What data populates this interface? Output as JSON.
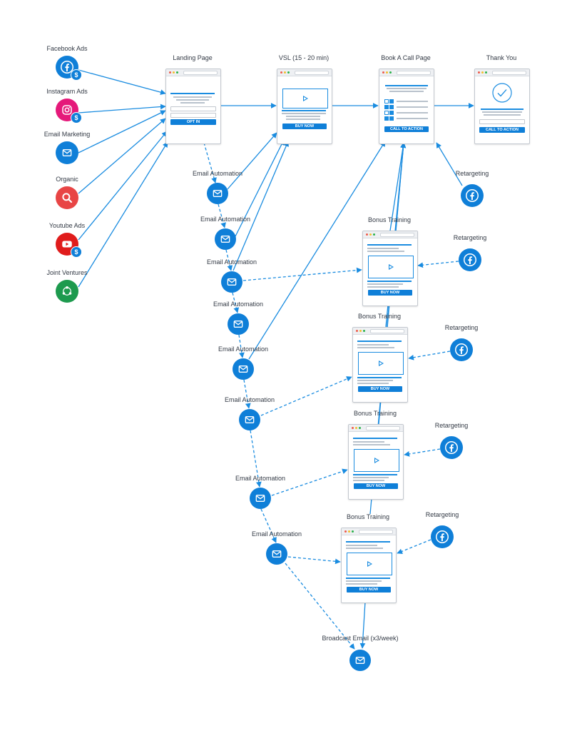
{
  "colors": {
    "accent": "#1a8ce0",
    "facebook": "#0f7fd8",
    "instagram": "#e5197a",
    "organic": "#e84545",
    "youtube": "#e01c1c",
    "jv": "#1d9a4e",
    "line": "#1a8ce0"
  },
  "sources": [
    {
      "id": "facebook",
      "label": "Facebook Ads",
      "icon": "facebook-icon",
      "badge": "$"
    },
    {
      "id": "instagram",
      "label": "Instagram Ads",
      "icon": "instagram-icon",
      "badge": "$"
    },
    {
      "id": "email",
      "label": "Email Marketing",
      "icon": "email-icon",
      "badge": ""
    },
    {
      "id": "organic",
      "label": "Organic",
      "icon": "search-icon",
      "badge": ""
    },
    {
      "id": "youtube",
      "label": "Youtube Ads",
      "icon": "youtube-icon",
      "badge": "$"
    },
    {
      "id": "jv",
      "label": "Joint Ventures",
      "icon": "network-icon",
      "badge": ""
    }
  ],
  "pages": {
    "landing": {
      "title": "Landing Page",
      "cta": "OPT IN"
    },
    "vsl": {
      "title": "VSL (15 - 20 min)",
      "cta": "BUY NOW"
    },
    "call": {
      "title": "Book A Call Page",
      "cta": "CALL TO ACTION"
    },
    "thanks": {
      "title": "Thank You",
      "cta": "CALL TO ACTION"
    }
  },
  "bonus": [
    {
      "title": "Bonus Training",
      "cta": "BUY NOW"
    },
    {
      "title": "Bonus Training",
      "cta": "BUY NOW"
    },
    {
      "title": "Bonus Training",
      "cta": "BUY NOW"
    },
    {
      "title": "Bonus Training",
      "cta": "BUY NOW"
    }
  ],
  "retargeting": [
    {
      "label": "Retargeting",
      "icon": "facebook-icon"
    },
    {
      "label": "Retargeting",
      "icon": "facebook-icon"
    },
    {
      "label": "Retargeting",
      "icon": "facebook-icon"
    },
    {
      "label": "Retargeting",
      "icon": "facebook-icon"
    },
    {
      "label": "Retargeting",
      "icon": "facebook-icon"
    }
  ],
  "emails": [
    {
      "label": "Email Automation",
      "icon": "email-icon"
    },
    {
      "label": "Email Automation",
      "icon": "email-icon"
    },
    {
      "label": "Email Automation",
      "icon": "email-icon"
    },
    {
      "label": "Email Automation",
      "icon": "email-icon"
    },
    {
      "label": "Email Automation",
      "icon": "email-icon"
    },
    {
      "label": "Email Automation",
      "icon": "email-icon"
    },
    {
      "label": "Email Automation",
      "icon": "email-icon"
    },
    {
      "label": "Email Automation",
      "icon": "email-icon"
    }
  ],
  "broadcast": {
    "label": "Broadcast Email (x3/week)",
    "icon": "email-icon"
  }
}
